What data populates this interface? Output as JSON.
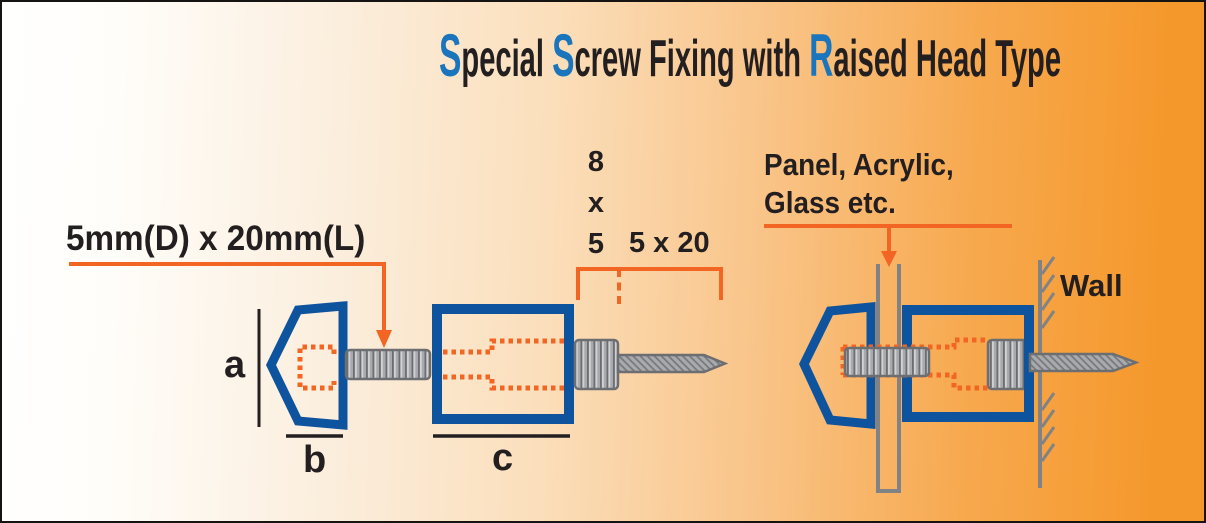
{
  "title": {
    "segments": [
      "S",
      "pecial ",
      "S",
      "crew Fixing with ",
      "R",
      "aised Head Type"
    ]
  },
  "annotations": {
    "screw_size": "5mm(D) x 20mm(L)",
    "stud_size": "8\nx\n5",
    "screw_size_2": "5 x 20",
    "panel_materials": "Panel, Acrylic,\nGlass etc.",
    "wall": "Wall",
    "dim_a": "a",
    "dim_b": "b",
    "dim_c": "c"
  },
  "colors": {
    "title_accent_blue": "#1b75bc",
    "diagram_blue": "#0e539e",
    "leader_orange": "#f26522",
    "metal_gray": "#a8aaad",
    "metal_outline_gray": "#6d6e71",
    "panel_wall_gray": "#808285",
    "text_dark": "#231f20",
    "background_orange": "#f5982b"
  }
}
